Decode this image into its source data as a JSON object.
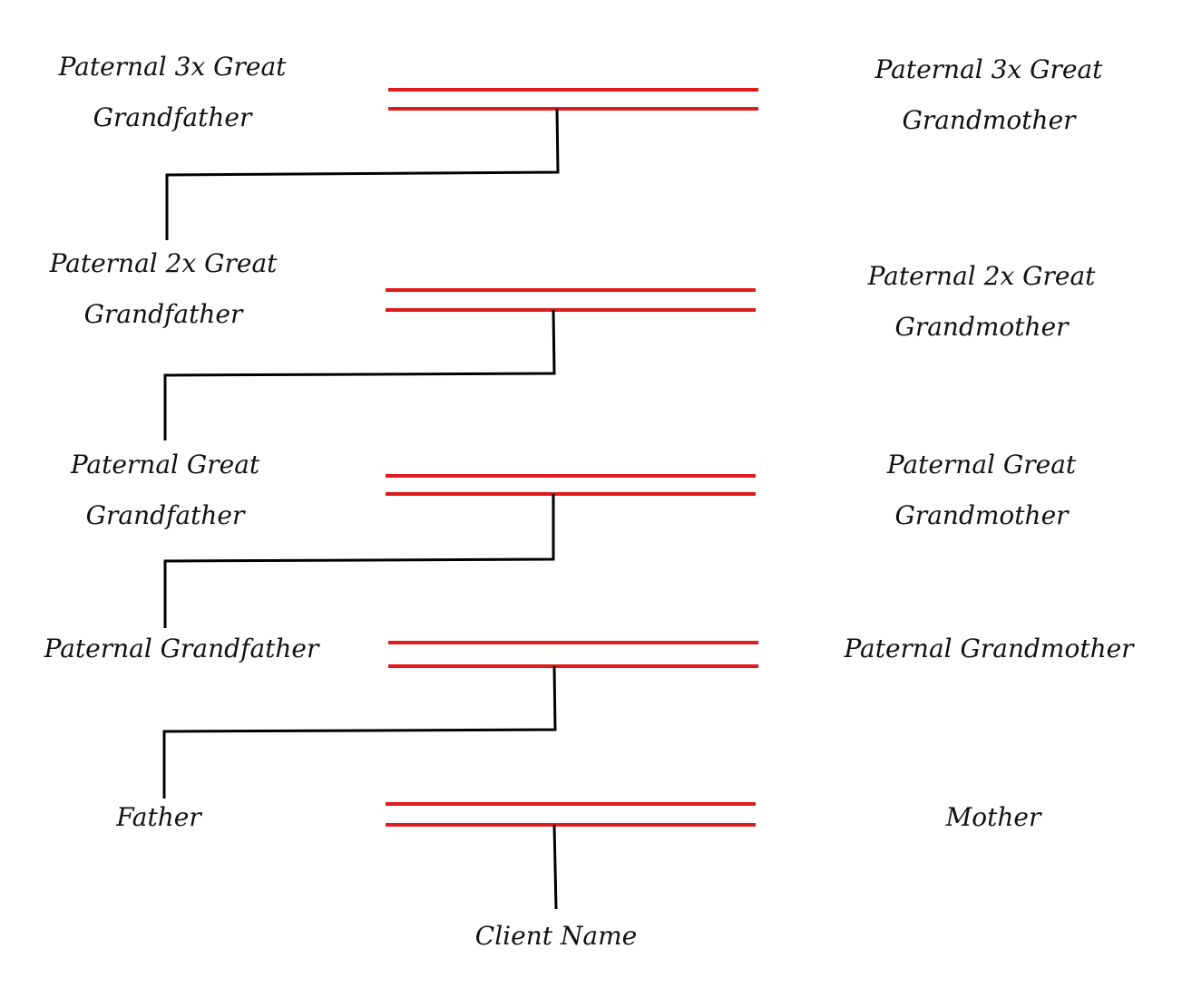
{
  "colors": {
    "marriage_line": "#e01b1b",
    "descent_line": "#000000",
    "text": "#111111"
  },
  "generations": [
    {
      "husband": [
        "Paternal  3x Great",
        "Grandfather"
      ],
      "wife": [
        "Paternal  3x Great",
        "Grandmother"
      ]
    },
    {
      "husband": [
        "Paternal  2x Great",
        "Grandfather"
      ],
      "wife": [
        "Paternal  2x Great",
        "Grandmother"
      ]
    },
    {
      "husband": [
        "Paternal Great",
        "Grandfather"
      ],
      "wife": [
        "Paternal Great",
        "Grandmother"
      ]
    },
    {
      "husband": [
        "Paternal Grandfather"
      ],
      "wife": [
        "Paternal Grandmother"
      ]
    },
    {
      "husband": [
        "Father"
      ],
      "wife": [
        "Mother"
      ]
    }
  ],
  "client": {
    "name": "Client Name"
  }
}
